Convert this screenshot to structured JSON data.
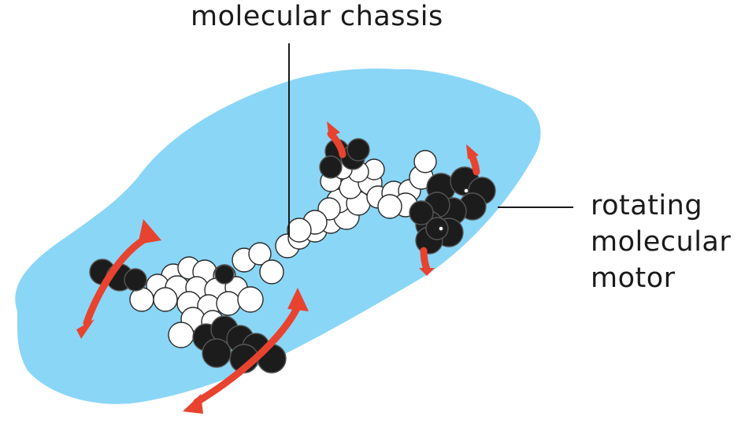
{
  "labels": {
    "chassis": "molecular chassis",
    "motor_lines": [
      "rotating",
      "molecular",
      "motor"
    ]
  },
  "colors": {
    "car_silhouette": "#8ad6f7",
    "atom_white": "#ffffff",
    "atom_black": "#1c1c1c",
    "arrow": "#e8432f",
    "leader_line": "#1a1a1a"
  }
}
